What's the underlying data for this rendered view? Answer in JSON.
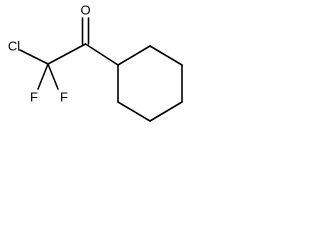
{
  "molecule": {
    "atoms": {
      "chlorine": "Cl",
      "fluorine_left": "F",
      "fluorine_right": "F",
      "oxygen": "O"
    },
    "bonds": {
      "carbonyl": "double"
    }
  }
}
